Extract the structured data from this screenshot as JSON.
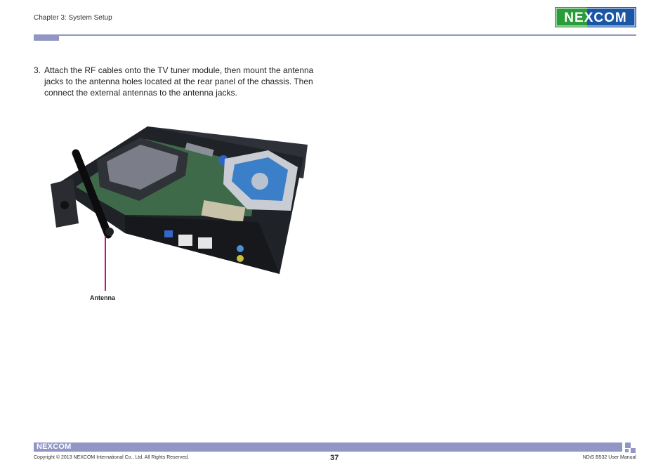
{
  "header": {
    "chapter": "Chapter 3: System Setup",
    "logo_text": "NEXCOM",
    "logo_colors": {
      "green": "#2a9d3a",
      "blue": "#1a56a6"
    }
  },
  "content": {
    "step_number": "3.",
    "step_text": "Attach the RF cables onto the TV tuner module, then mount the antenna jacks to the antenna holes located at the rear panel of the chassis. Then connect the external antennas to the antenna jacks.",
    "callout_label": "Antenna",
    "callout_color": "#c0137c"
  },
  "footer": {
    "logo_text": "NEXCOM",
    "copyright": "Copyright © 2013 NEXCOM International Co., Ltd. All Rights Reserved.",
    "page_number": "37",
    "manual_title": "NDiS B532 User Manual",
    "bar_color": "#9196c4"
  }
}
